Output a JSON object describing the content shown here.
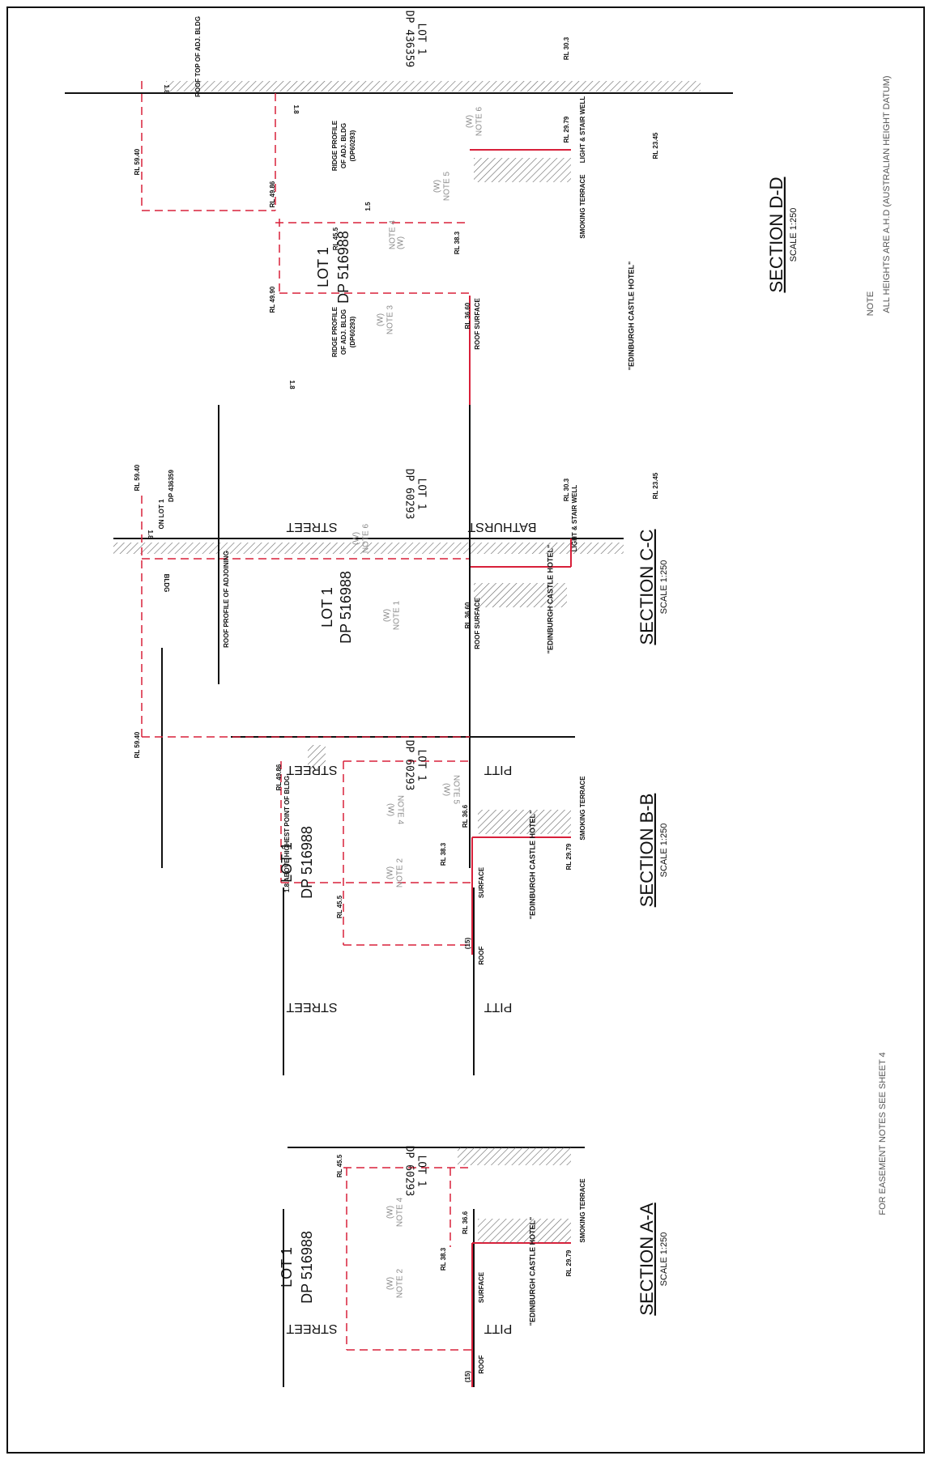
{
  "sheet": {
    "general_note_heading": "NOTE",
    "general_note_text": "ALL HEIGHTS ARE A.H.D (AUSTRALIAN HEIGHT DATUM)",
    "easement_note": "FOR EASEMENT NOTES SEE SHEET 4"
  },
  "sections": [
    {
      "id": "A-A",
      "title": "SECTION A-A",
      "scale": "SCALE 1:250",
      "street_left": "STREET",
      "street_right": "PITT",
      "lot_label": "LOT 1",
      "dp_label": "DP 516988",
      "adj_lot": "LOT 1",
      "adj_dp": "DP 60293",
      "hotel": "\"EDINBURGH CASTLE HOTEL\"",
      "notes": [
        {
          "w": "(W)",
          "text": "NOTE 2"
        },
        {
          "w": "(W)",
          "text": "NOTE 4"
        }
      ],
      "levels": [
        "RL 45.5",
        "RL 38.3",
        "RL 36.6",
        "RL 29.79"
      ],
      "misc": [
        "ROOF",
        "SURFACE",
        "(15)",
        "SMOKING TERRACE"
      ]
    },
    {
      "id": "B-B",
      "title": "SECTION B-B",
      "scale": "SCALE 1:250",
      "street_left": "STREET",
      "street_right": "PITT",
      "lot_label": "LOT 1",
      "dp_label": "DP 516988",
      "adj_lot": "LOT 1",
      "adj_dp": "DP 60293",
      "hotel": "\"EDINBURGH CASTLE HOTEL\"",
      "notes": [
        {
          "w": "(W)",
          "text": "NOTE 2"
        },
        {
          "w": "(W)",
          "text": "NOTE 4"
        },
        {
          "w": "(W)",
          "text": "NOTE 5"
        }
      ],
      "levels": [
        "RL 49.86",
        "RL 45.5",
        "RL 38.3",
        "RL 36.6",
        "RL 29.79"
      ],
      "misc": [
        "ROOF",
        "SURFACE",
        "(15)",
        "SMOKING TERRACE",
        "1.8 ABOVE HIGHEST POINT OF BLDG"
      ]
    },
    {
      "id": "C-C",
      "title": "SECTION C-C",
      "scale": "SCALE 1:250",
      "street_left": "STREET",
      "street_right": "PITT",
      "lot_label": "LOT 1",
      "dp_label": "DP 516988",
      "adj_lot": "LOT 1",
      "adj_dp": "DP 60293",
      "hotel": "\"EDINBURGH CASTLE HOTEL\"",
      "notes": [
        {
          "w": "(W)",
          "text": "NOTE 1"
        },
        {
          "w": "(W)",
          "text": "NOTE 6"
        }
      ],
      "levels": [
        "RL 59.40",
        "RL 59.40",
        "RL 36.60",
        "RL 30.3",
        "RL 23.45"
      ],
      "misc": [
        "ROOF SURFACE",
        "ROOF PROFILE OF ADJOINING",
        "BLDG",
        "ON LOT 1",
        "DP 436359",
        "1.8",
        "LIGHT & STAIR WELL"
      ]
    },
    {
      "id": "D-D",
      "title": "SECTION D-D",
      "scale": "SCALE 1:250",
      "street_left": "STREET",
      "street_right": "BATHURST",
      "lot_label": "LOT 1",
      "dp_label": "DP 516988",
      "adj_lot": "LOT 1",
      "adj_dp": "DP 436359",
      "hotel": "\"EDINBURGH CASTLE HOTEL\"",
      "notes": [
        {
          "w": "(W)",
          "text": "NOTE 3"
        },
        {
          "w": "(W)",
          "text": "NOTE 4"
        },
        {
          "w": "(W)",
          "text": "NOTE 5"
        },
        {
          "w": "(W)",
          "text": "NOTE 6"
        }
      ],
      "levels": [
        "RL 59.40",
        "RL 49.86",
        "RL 49.90",
        "RL 45.5",
        "RL 38.3",
        "RL 36.60",
        "RL 30.3",
        "RL 29.79",
        "RL 23.45"
      ],
      "misc": [
        "ROOF SURFACE",
        "RIDGE PROFILE OF ADJ. BLDG (DP60293)",
        "RIDGE PROFILE OF ADJ. BLDG (DP60293)",
        "ROOF TOP OF ADJ. BLDG",
        "SMOKING TERRACE",
        "LIGHT & STAIR WELL",
        "1.8",
        "1.8",
        "1.8",
        "1.5"
      ]
    }
  ]
}
